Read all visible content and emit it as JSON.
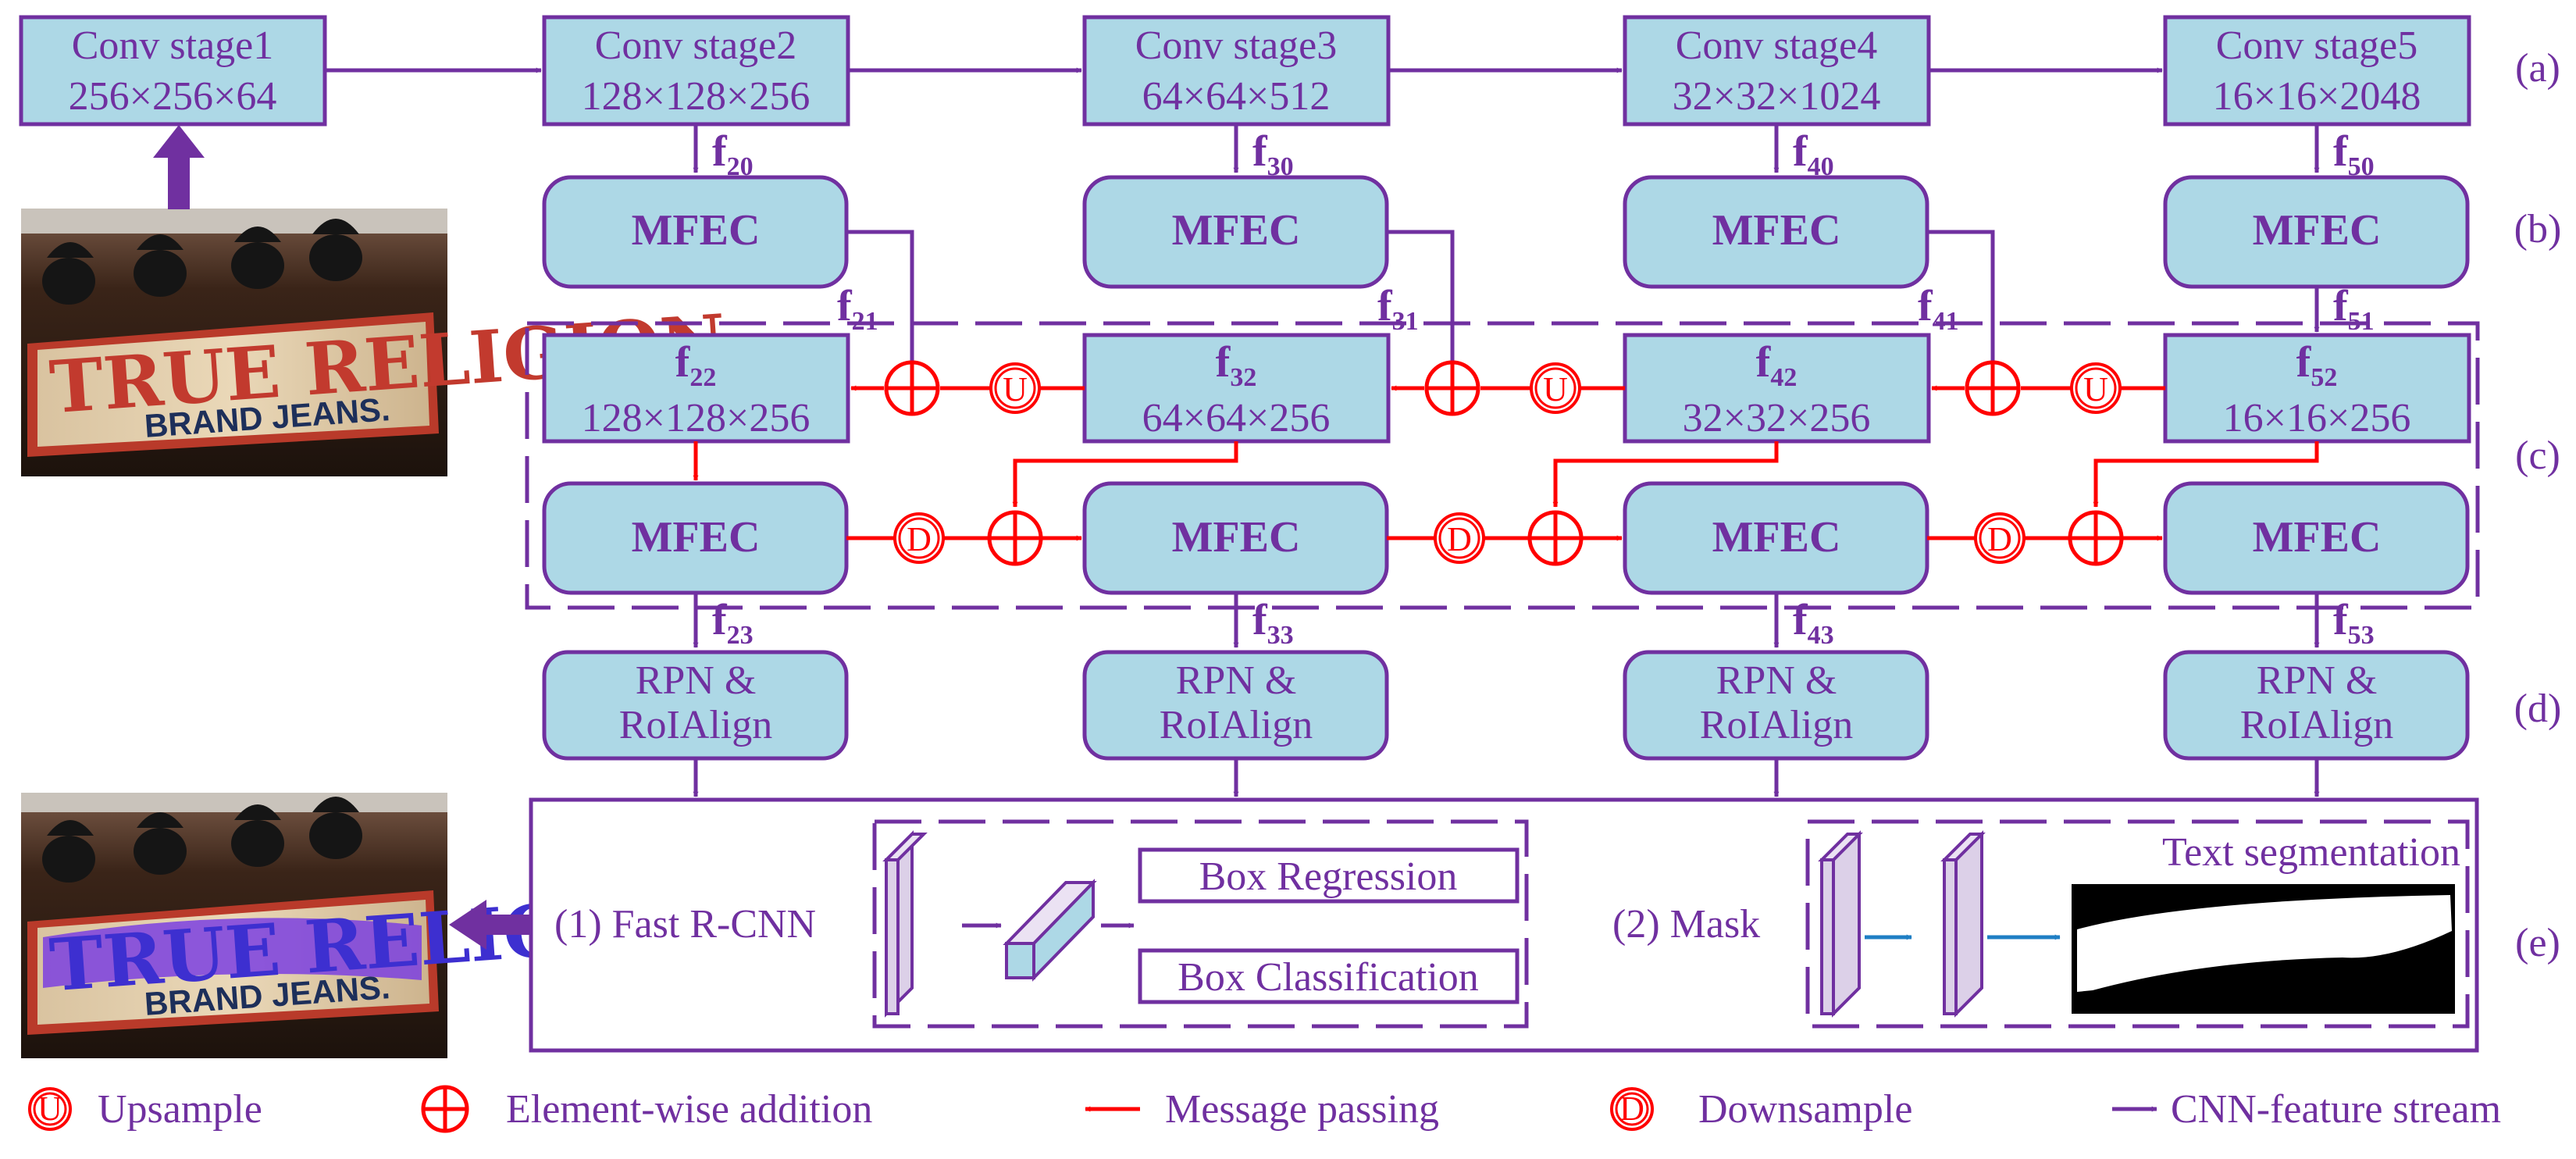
{
  "colors": {
    "purple": "#7030a0",
    "box_fill": "#add8e6",
    "red": "#ff0000",
    "blue": "#1f7fc4",
    "cuboid_fill": "#dcd0e8"
  },
  "row_labels": [
    "(a)",
    "(b)",
    "(c)",
    "(d)",
    "(e)"
  ],
  "conv_stages": [
    {
      "title": "Conv stage1",
      "dims": "256×256×64"
    },
    {
      "title": "Conv stage2",
      "dims": "128×128×256"
    },
    {
      "title": "Conv stage3",
      "dims": "64×64×512"
    },
    {
      "title": "Conv stage4",
      "dims": "32×32×1024"
    },
    {
      "title": "Conv stage5",
      "dims": "16×16×2048"
    }
  ],
  "mfec_label": "MFEC",
  "feature_labels": {
    "row_b": [
      {
        "base": "f",
        "sub": "20"
      },
      {
        "base": "f",
        "sub": "30"
      },
      {
        "base": "f",
        "sub": "40"
      },
      {
        "base": "f",
        "sub": "50"
      }
    ],
    "row_b_out": [
      {
        "base": "f",
        "sub": "21"
      },
      {
        "base": "f",
        "sub": "31"
      },
      {
        "base": "f",
        "sub": "41"
      },
      {
        "base": "f",
        "sub": "51"
      }
    ],
    "row_d": [
      {
        "base": "f",
        "sub": "23"
      },
      {
        "base": "f",
        "sub": "33"
      },
      {
        "base": "f",
        "sub": "43"
      },
      {
        "base": "f",
        "sub": "53"
      }
    ]
  },
  "c_boxes": [
    {
      "base": "f",
      "sub": "22",
      "dims": "128×128×256"
    },
    {
      "base": "f",
      "sub": "32",
      "dims": "64×64×256"
    },
    {
      "base": "f",
      "sub": "42",
      "dims": "32×32×256"
    },
    {
      "base": "f",
      "sub": "52",
      "dims": "16×16×256"
    }
  ],
  "rpn": {
    "line1": "RPN &",
    "line2": "RoIAlign"
  },
  "upsample_symbol": "U",
  "downsample_symbol": "D",
  "head": {
    "fast_rcnn_label": "(1) Fast R-CNN",
    "box_regression": "Box Regression",
    "box_classification": "Box Classification",
    "mask_label": "(2) Mask",
    "text_segmentation": "Text segmentation"
  },
  "sign": {
    "main": "TRUE RELIGION",
    "sub": "BRAND JEANS."
  },
  "legend": [
    {
      "icon": "upsample-icon",
      "label": "Upsample"
    },
    {
      "icon": "element-wise-addition-icon",
      "label": "Element-wise addition"
    },
    {
      "icon": "message-passing-arrow-icon",
      "label": "Message passing"
    },
    {
      "icon": "downsample-icon",
      "label": "Downsample"
    },
    {
      "icon": "cnn-feature-arrow-icon",
      "label": "CNN-feature stream"
    }
  ]
}
